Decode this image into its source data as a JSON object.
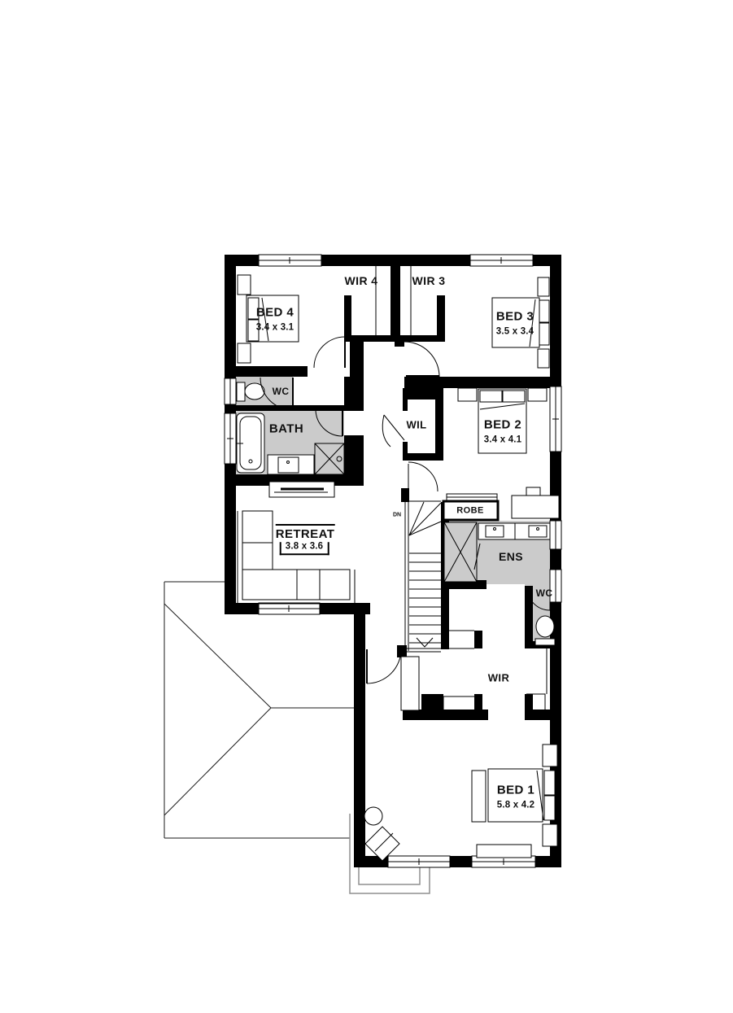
{
  "plan": {
    "rooms": {
      "bed4": {
        "name": "BED 4",
        "dim": "3.4 x 3.1"
      },
      "wir4": {
        "name": "WIR 4"
      },
      "wir3": {
        "name": "WIR 3"
      },
      "bed3": {
        "name": "BED 3",
        "dim": "3.5 x 3.4"
      },
      "wc_upper": {
        "name": "WC"
      },
      "bath": {
        "name": "BATH"
      },
      "wil": {
        "name": "WIL"
      },
      "bed2": {
        "name": "BED 2",
        "dim": "3.4 x 4.1"
      },
      "robe": {
        "name": "ROBE"
      },
      "retreat": {
        "name": "RETREAT",
        "dim": "3.8 x 3.6"
      },
      "ens": {
        "name": "ENS"
      },
      "wc_ens": {
        "name": "WC"
      },
      "wir_master": {
        "name": "WIR"
      },
      "bed1": {
        "name": "BED 1",
        "dim": "5.8 x 4.2"
      }
    },
    "stairs": {
      "direction_label": "DN"
    },
    "colors": {
      "wall": "#000000",
      "wet_area": "#cbcbcb",
      "porch_line": "#8f8f8f"
    }
  }
}
